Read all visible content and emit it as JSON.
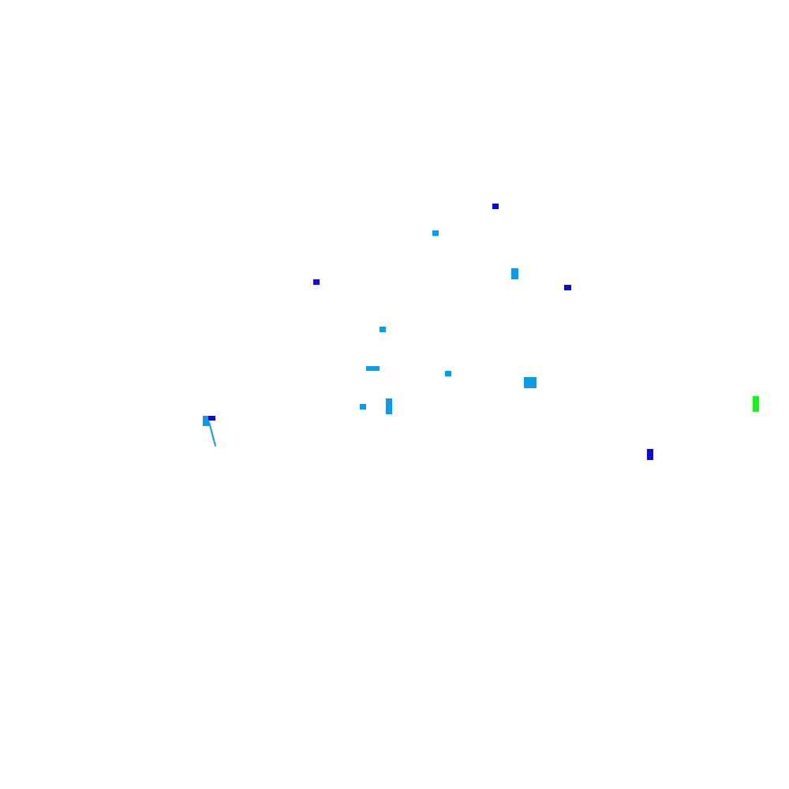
{
  "colors": {
    "background": "#ffffff",
    "sky_blue": "#0a9bea",
    "deep_blue": "#0a0ad8",
    "green": "#19f019"
  },
  "marks": [
    {
      "name": "deep-blue-mark",
      "color": "deep_blue"
    },
    {
      "name": "sky-blue-mark",
      "color": "sky_blue"
    },
    {
      "name": "deep-blue-mark",
      "color": "deep_blue"
    },
    {
      "name": "sky-blue-mark",
      "color": "sky_blue"
    },
    {
      "name": "deep-blue-mark",
      "color": "deep_blue"
    },
    {
      "name": "sky-blue-mark",
      "color": "sky_blue"
    },
    {
      "name": "sky-blue-mark",
      "color": "sky_blue"
    },
    {
      "name": "sky-blue-mark",
      "color": "sky_blue"
    },
    {
      "name": "sky-blue-mark",
      "color": "sky_blue"
    },
    {
      "name": "sky-blue-mark",
      "color": "sky_blue"
    },
    {
      "name": "sky-blue-mark",
      "color": "sky_blue"
    },
    {
      "name": "green-mark",
      "color": "green"
    },
    {
      "name": "sky-blue-mark",
      "color": "sky_blue"
    },
    {
      "name": "deep-blue-mark",
      "color": "deep_blue"
    },
    {
      "name": "deep-blue-mark",
      "color": "deep_blue"
    }
  ],
  "streak": {
    "name": "sky-blue-streak",
    "color": "sky_blue"
  }
}
